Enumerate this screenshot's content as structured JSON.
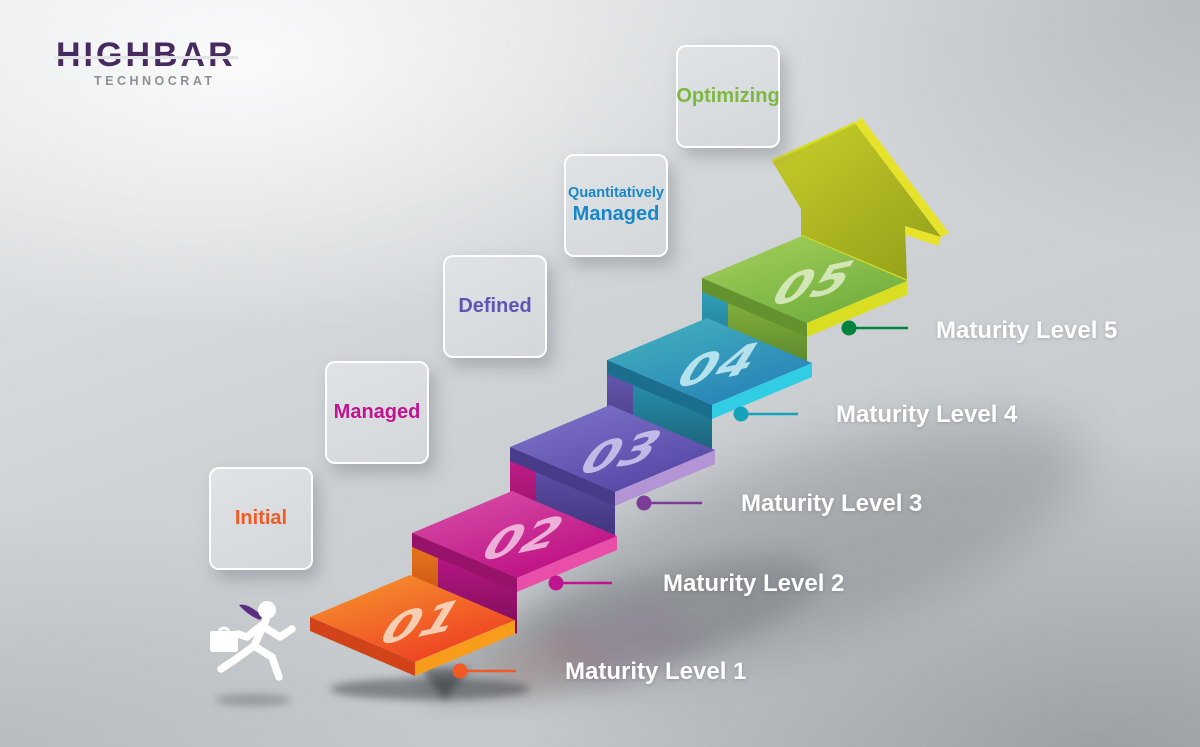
{
  "brand": {
    "name": "HIGHBAR",
    "tagline": "TECHNOCRAT"
  },
  "cards": [
    {
      "label": "Initial",
      "color": "#f15a24"
    },
    {
      "label": "Managed",
      "color": "#c01490"
    },
    {
      "label": "Defined",
      "color": "#6155b4"
    },
    {
      "label_line1": "Quantitatively",
      "label_line2": "Managed",
      "color": "#1687c9"
    },
    {
      "label": "Optimizing",
      "color": "#7db842"
    }
  ],
  "steps": [
    {
      "number": "01",
      "level_label": "Maturity Level 1",
      "dot_color": "#f15a24",
      "top_color": "#f0701f"
    },
    {
      "number": "02",
      "level_label": "Maturity Level 2",
      "dot_color": "#c01490",
      "top_color": "#c92394"
    },
    {
      "number": "03",
      "level_label": "Maturity Level 3",
      "dot_color": "#7c3d97",
      "top_color": "#665ab5"
    },
    {
      "number": "04",
      "level_label": "Maturity Level 4",
      "dot_color": "#14a3bb",
      "top_color": "#2f9fc0"
    },
    {
      "number": "05",
      "level_label": "Maturity Level 5",
      "dot_color": "#00843d",
      "top_color": "#8abf47"
    }
  ],
  "arrow_color": "#b4bd22",
  "background_color": "#cfd3d6"
}
